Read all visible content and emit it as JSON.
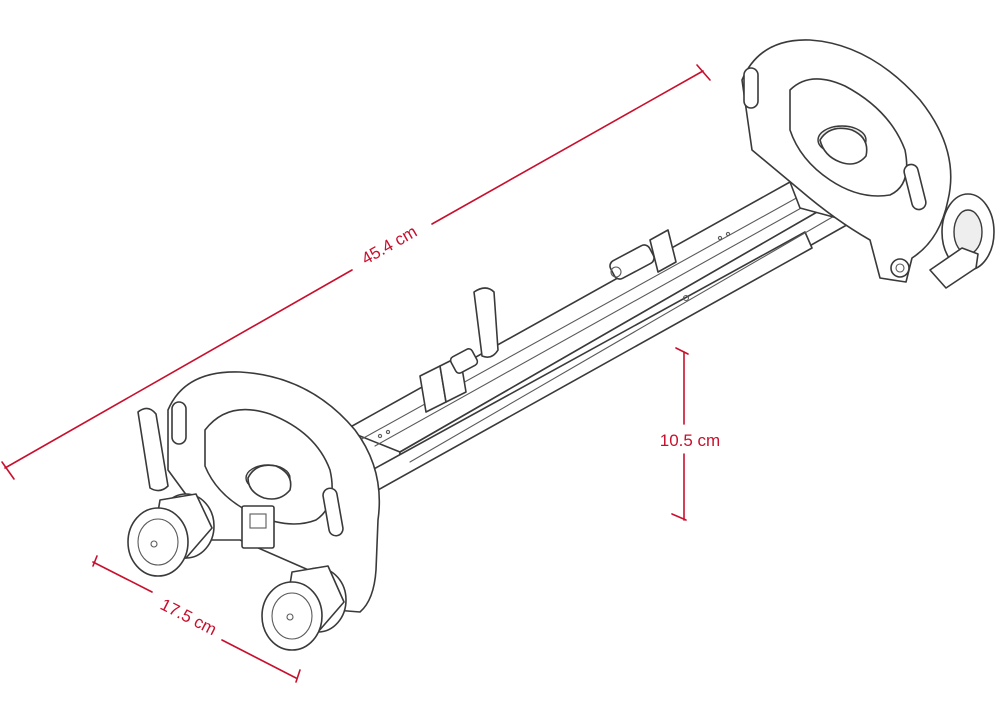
{
  "colors": {
    "dimension": "#c8102e",
    "outline": "#3a3a3a"
  },
  "dimensions": {
    "length": "45.4 cm",
    "height": "10.5 cm",
    "width": "17.5 cm"
  }
}
